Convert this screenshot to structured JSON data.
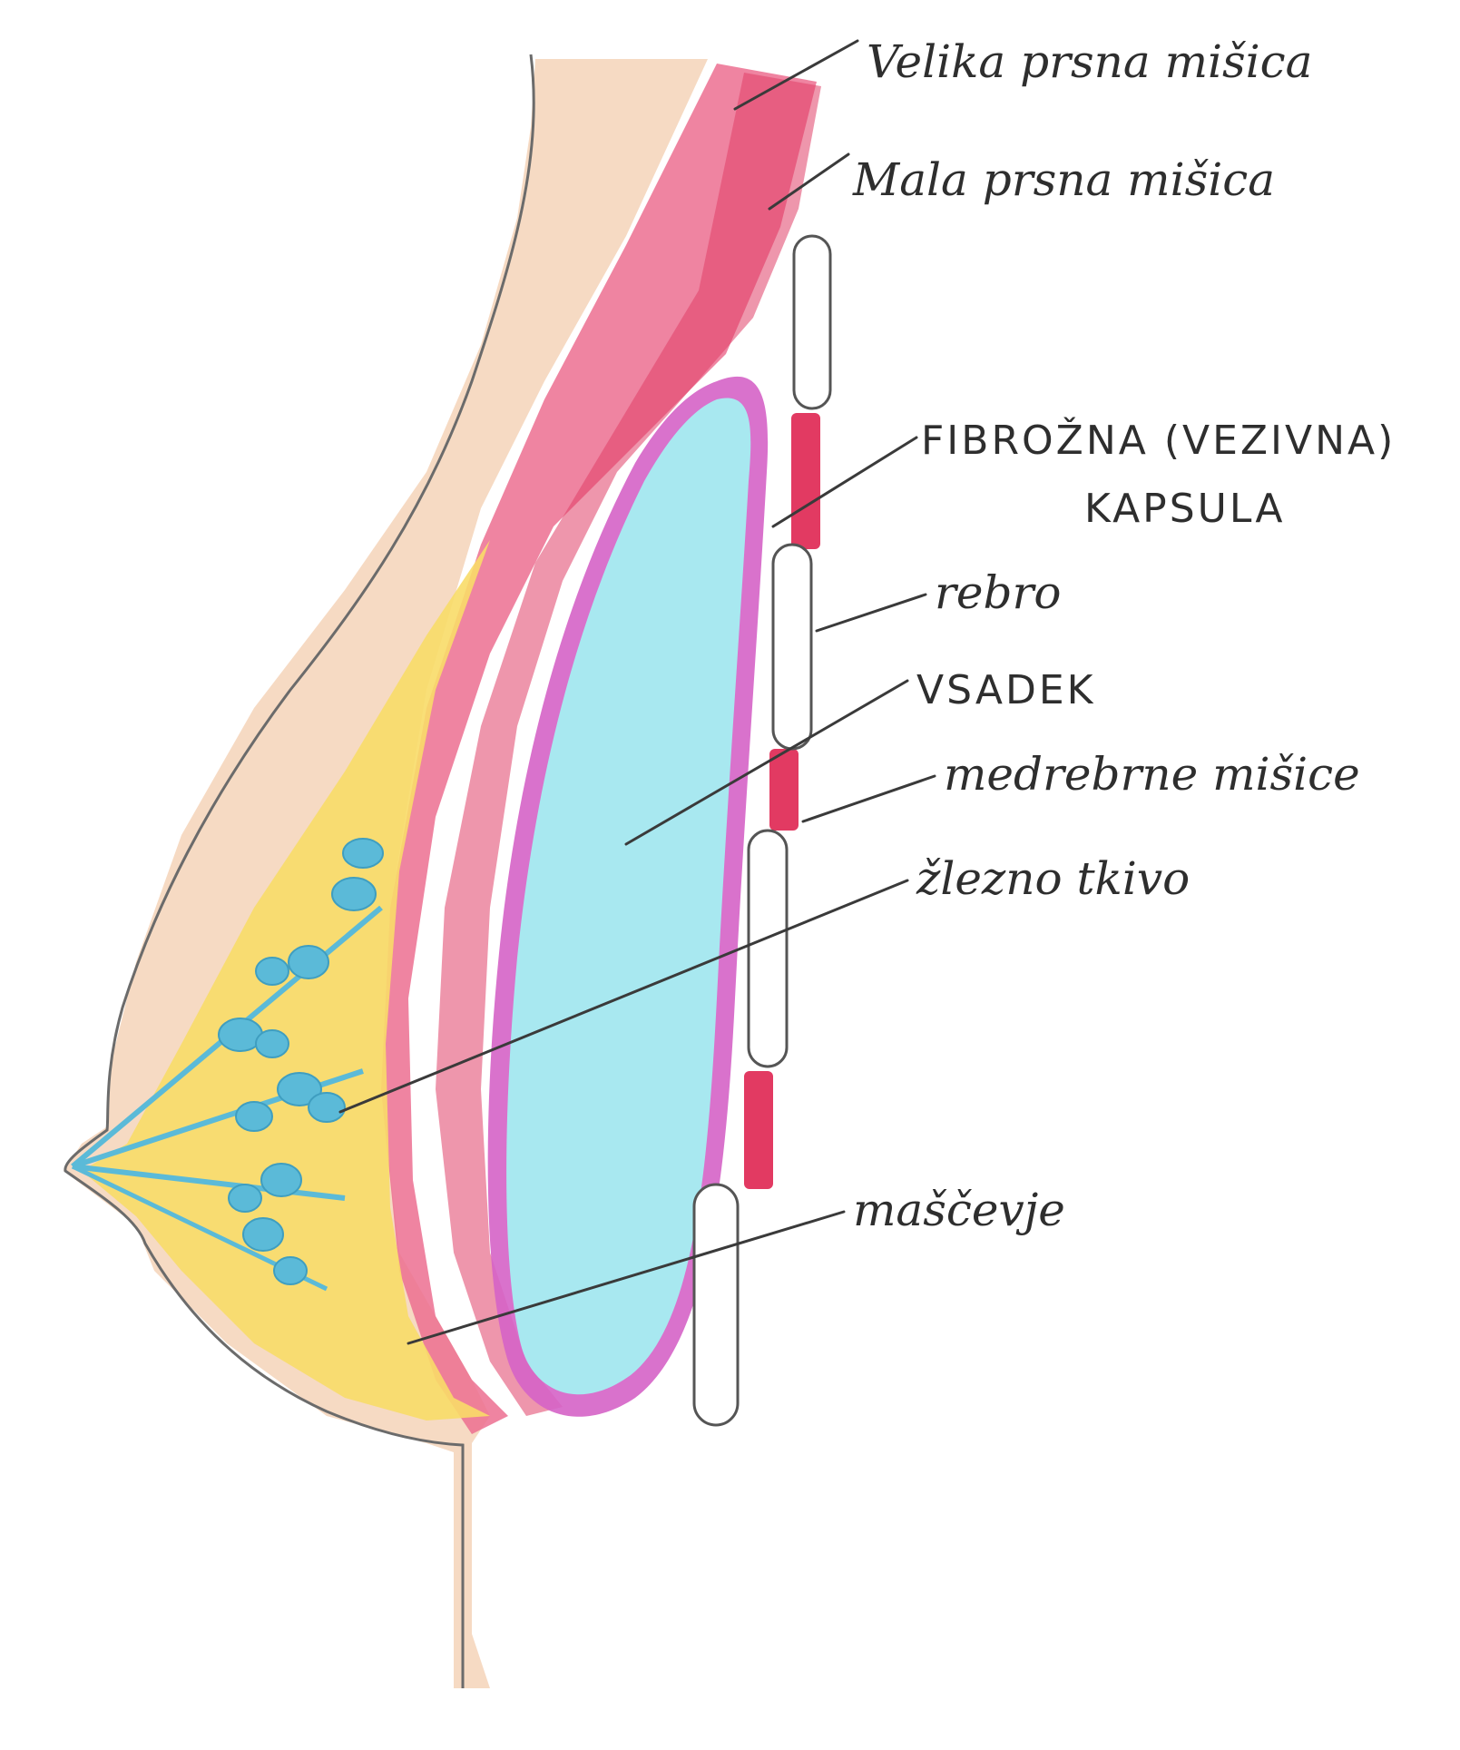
{
  "labels": {
    "pectoralis_major": "Velika prsna mišica",
    "pectoralis_minor": "Mala prsna mišica",
    "capsule_line1": "FIBROŽNA (VEZIVNA)",
    "capsule_line2": "KAPSULA",
    "rib": "rebro",
    "implant": "VSADEK",
    "intercostal": "medrebrne mišice",
    "glandular": "žlezno tkivo",
    "fat": "maščevje"
  },
  "colors": {
    "skin": "#f2c9a8",
    "muscle": "#e8557a",
    "muscle_dark": "#d93a62",
    "fat": "#f7d65a",
    "gland": "#5ab8d6",
    "implant": "#a6e7ef",
    "capsule": "#c34bb5"
  }
}
